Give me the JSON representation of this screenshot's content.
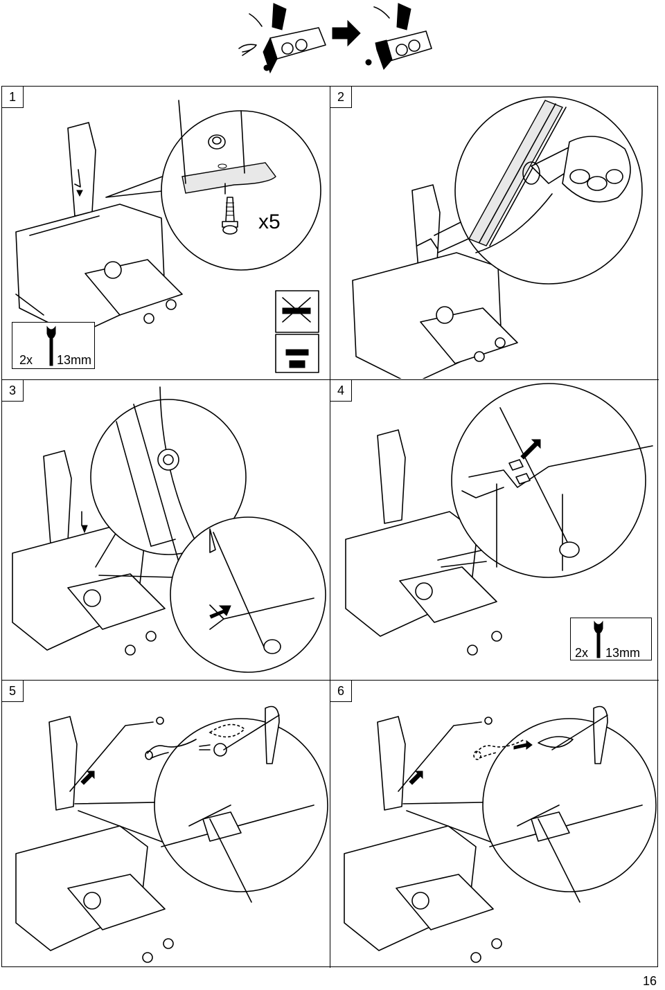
{
  "steps": [
    {
      "number": "1"
    },
    {
      "number": "2"
    },
    {
      "number": "3"
    },
    {
      "number": "4"
    },
    {
      "number": "5"
    },
    {
      "number": "6"
    }
  ],
  "tools": {
    "step1_wrench_qty": "2x",
    "step1_wrench_size": "13mm",
    "step1_bolt_qty": "x5",
    "step4_wrench_qty": "2x",
    "step4_wrench_size": "13mm"
  },
  "icons": [
    "wrench-icon",
    "arrow-right-icon",
    "down-arrow-icon",
    "hairpin-clip-icon",
    "bolt-icon",
    "nut-icon",
    "pliers-icon"
  ],
  "page_number": "16"
}
